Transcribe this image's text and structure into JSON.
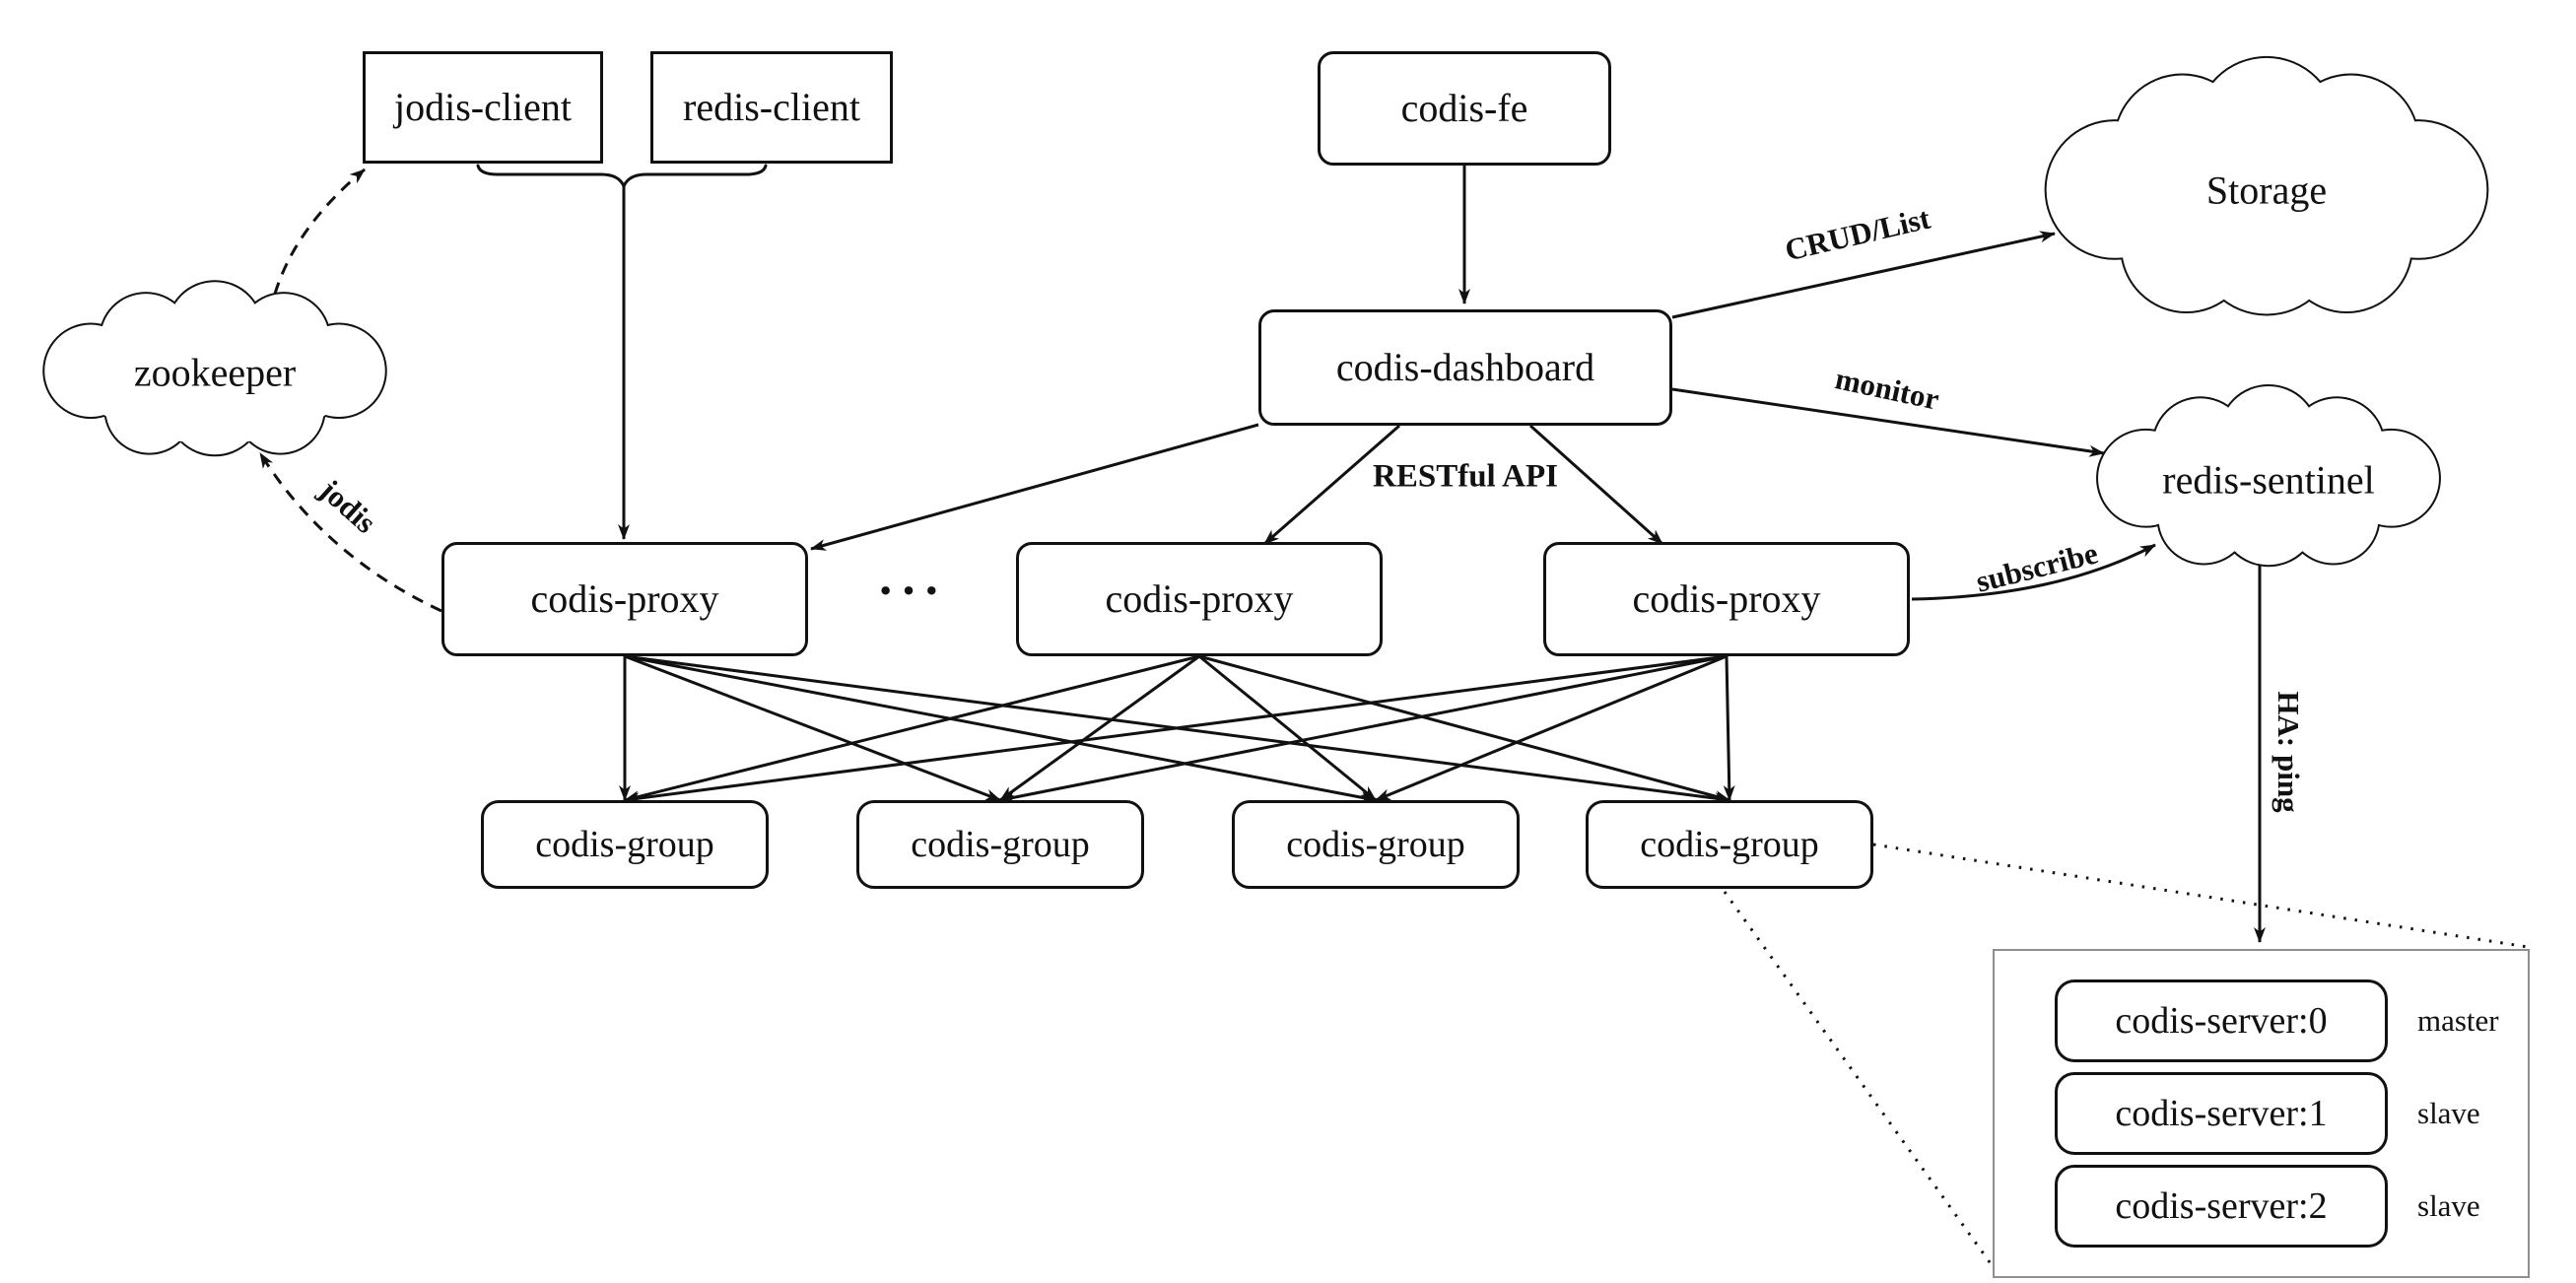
{
  "diagram": {
    "nodes": {
      "jodis_client": "jodis-client",
      "redis_client": "redis-client",
      "codis_fe": "codis-fe",
      "codis_dashboard": "codis-dashboard",
      "zookeeper": "zookeeper",
      "storage": "Storage",
      "redis_sentinel": "redis-sentinel",
      "proxies": [
        "codis-proxy",
        "codis-proxy",
        "codis-proxy"
      ],
      "proxy_ellipsis": "···",
      "groups": [
        "codis-group",
        "codis-group",
        "codis-group",
        "codis-group"
      ],
      "servers": [
        {
          "name": "codis-server:0",
          "role": "master"
        },
        {
          "name": "codis-server:1",
          "role": "slave"
        },
        {
          "name": "codis-server:2",
          "role": "slave"
        }
      ]
    },
    "edge_labels": {
      "crud_list": "CRUD/List",
      "monitor": "monitor",
      "restful_api": "RESTful API",
      "subscribe": "subscribe",
      "jodis": "jodis",
      "ha_ping": "HA: ping"
    },
    "colors": {
      "line": "#111111",
      "node_border": "#111111",
      "container_border": "#8f8f8f",
      "background": "#ffffff"
    }
  }
}
